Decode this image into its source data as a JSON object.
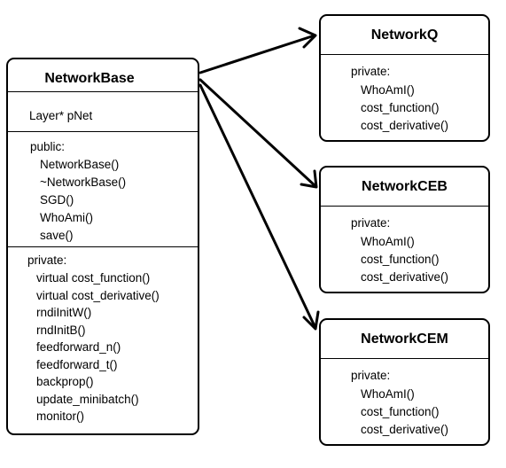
{
  "base": {
    "title": "NetworkBase",
    "field": "Layer* pNet",
    "public_label": "public:",
    "public_methods": [
      "NetworkBase()",
      "~NetworkBase()",
      "SGD()",
      "WhoAmi()",
      "save()"
    ],
    "private_label": "private:",
    "private_methods": [
      "virtual cost_function()",
      "virtual cost_derivative()",
      "rndiInitW()",
      "rndInitB()",
      "feedforward_n()",
      "feedforward_t()",
      "backprop()",
      "update_minibatch()",
      "monitor()"
    ]
  },
  "derived": [
    {
      "title": "NetworkQ",
      "private_label": "private:",
      "methods": [
        "WhoAmI()",
        "cost_function()",
        "cost_derivative()"
      ]
    },
    {
      "title": "NetworkCEB",
      "private_label": "private:",
      "methods": [
        "WhoAmI()",
        "cost_function()",
        "cost_derivative()"
      ]
    },
    {
      "title": "NetworkCEM",
      "private_label": "private:",
      "methods": [
        "WhoAmI()",
        "cost_function()",
        "cost_derivative()"
      ]
    }
  ]
}
